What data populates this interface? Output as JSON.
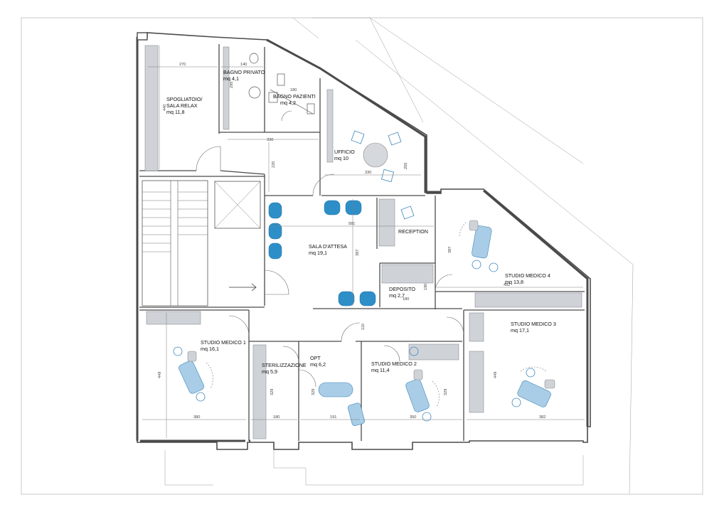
{
  "rooms": [
    {
      "id": "spogliatoio",
      "name": "SPOGLIATOIO/",
      "name2": "SALA RELAX",
      "area": "mq 11,8"
    },
    {
      "id": "bagno-privato",
      "name": "BAGNO PRIVATO",
      "area": "mq 4,1"
    },
    {
      "id": "bagno-pazienti",
      "name": "BAGNO PAZIENTI",
      "area": "mq 4,2"
    },
    {
      "id": "ufficio",
      "name": "UFFICIO",
      "area": "mq 10"
    },
    {
      "id": "sala-attesa",
      "name": "SALA D'ATTESA",
      "area": "mq 19,1"
    },
    {
      "id": "reception",
      "name": "RECEPTION",
      "area": ""
    },
    {
      "id": "deposito",
      "name": "DEPOSITO",
      "area": "mq 2,7"
    },
    {
      "id": "studio-4",
      "name": "STUDIO MEDICO 4",
      "area": "mq 13,8"
    },
    {
      "id": "studio-3",
      "name": "STUDIO MEDICO 3",
      "area": "mq 17,1"
    },
    {
      "id": "studio-1",
      "name": "STUDIO MEDICO 1",
      "area": "mq 16,1"
    },
    {
      "id": "sterilizzazione",
      "name": "STERILIZZAZIONE",
      "area": "mq 5,9"
    },
    {
      "id": "opt",
      "name": "OPT",
      "area": "mq 6,2"
    },
    {
      "id": "studio-2",
      "name": "STUDIO MEDICO 2",
      "area": "mq 11,4"
    }
  ],
  "dimensions": {
    "d270": "270",
    "d140": "140",
    "d295": "295",
    "d440": "440",
    "d180a": "180",
    "d330a": "330",
    "d220": "220",
    "d330b": "330",
    "d205": "205",
    "d581": "581",
    "d387": "387",
    "d492": "492",
    "d180b": "180",
    "d190": "190",
    "d110": "110",
    "d449a": "449",
    "d380": "380",
    "d329a": "329",
    "d180c": "180",
    "d329b": "329",
    "d191": "191",
    "d350": "350",
    "d329c": "329",
    "d449b": "449",
    "d382": "382",
    "d387b": "387"
  },
  "colors": {
    "equipment_blue": "#2e8fc8",
    "fixture_grey": "#cfd3d8",
    "wall": "#4a4a4a"
  }
}
